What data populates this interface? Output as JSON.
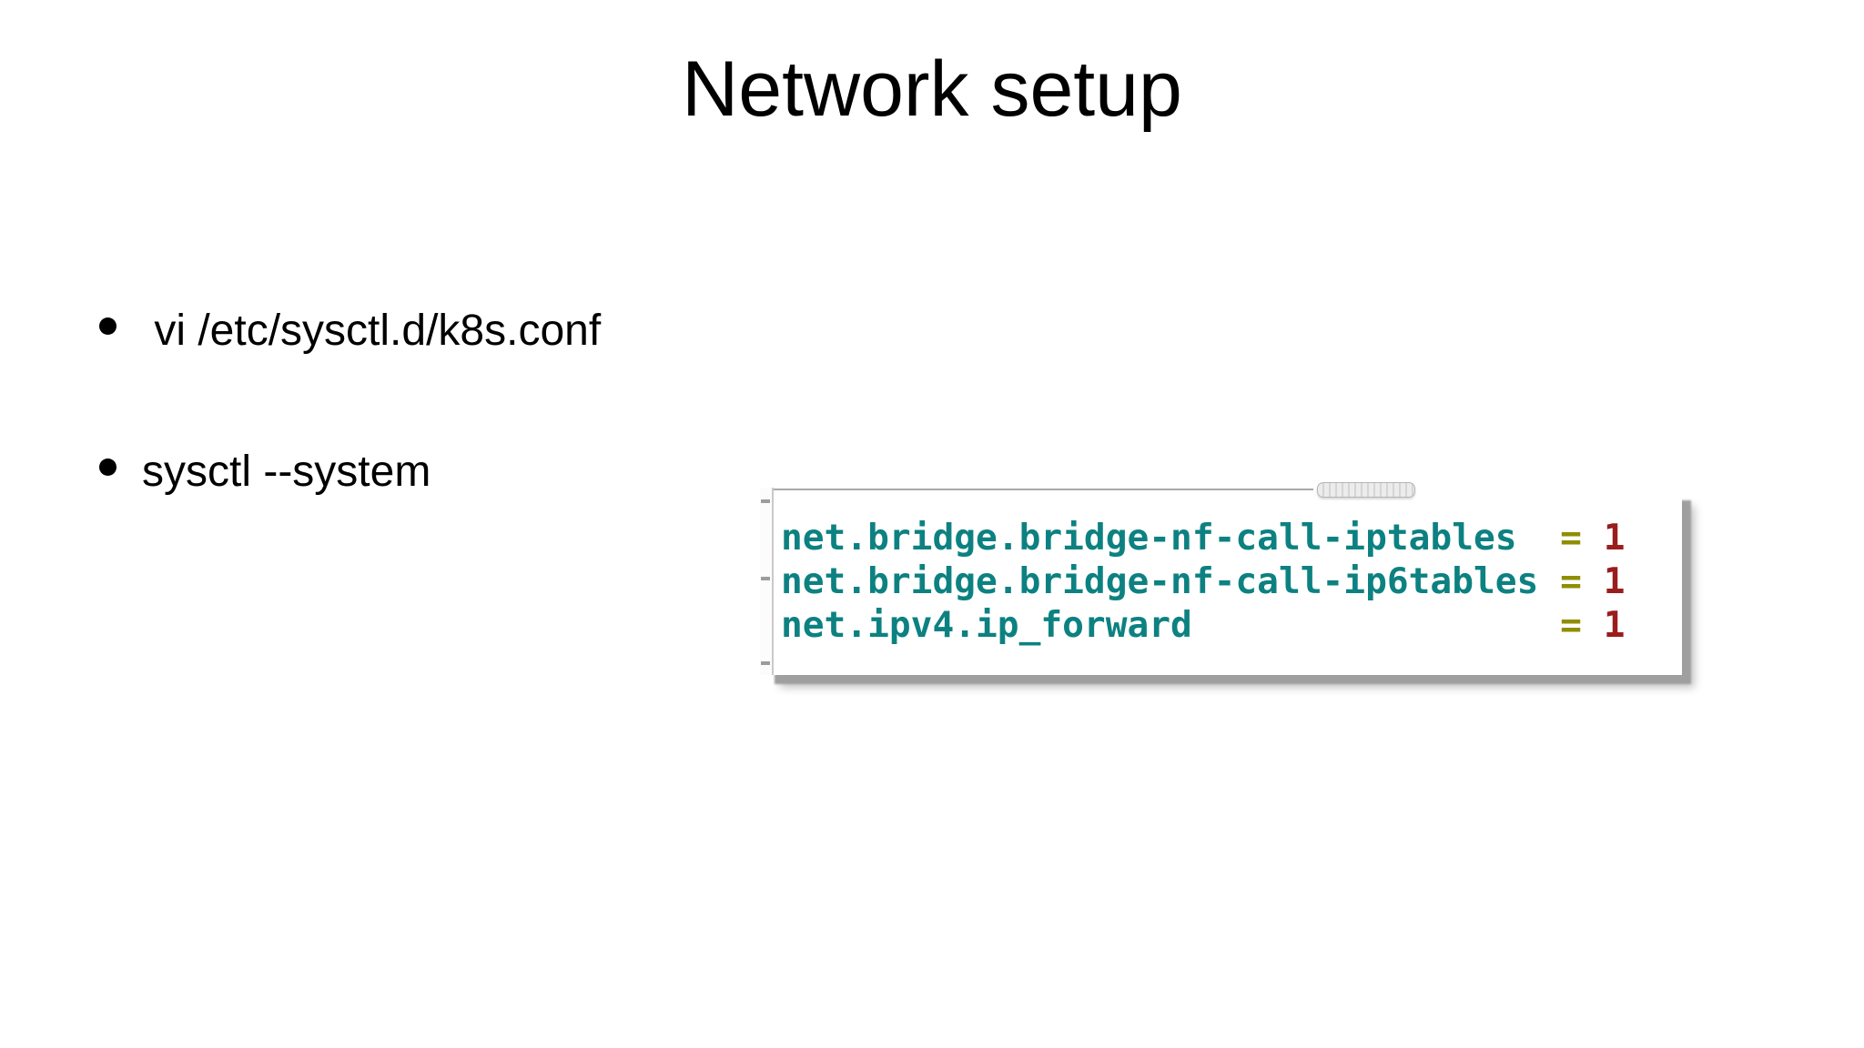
{
  "slide": {
    "title": "Network setup",
    "bullets": [
      {
        "text": " vi /etc/sysctl.d/k8s.conf"
      },
      {
        "text": "sysctl --system"
      }
    ],
    "code_box": {
      "lines": [
        {
          "key": "net.bridge.bridge-nf-call-iptables",
          "pad": "  ",
          "operator": "=",
          "sep": " ",
          "value": "1"
        },
        {
          "key": "net.bridge.bridge-nf-call-ip6tables",
          "pad": " ",
          "operator": "=",
          "sep": " ",
          "value": "1"
        },
        {
          "key": "net.ipv4.ip_forward",
          "pad": "                 ",
          "operator": "=",
          "sep": " ",
          "value": "1"
        }
      ],
      "colors": {
        "key": "#0d8181",
        "operator": "#8e8e00",
        "value": "#9a1d1d",
        "shadow": "#9f9f9f",
        "border": "#a9a9a9"
      }
    }
  }
}
